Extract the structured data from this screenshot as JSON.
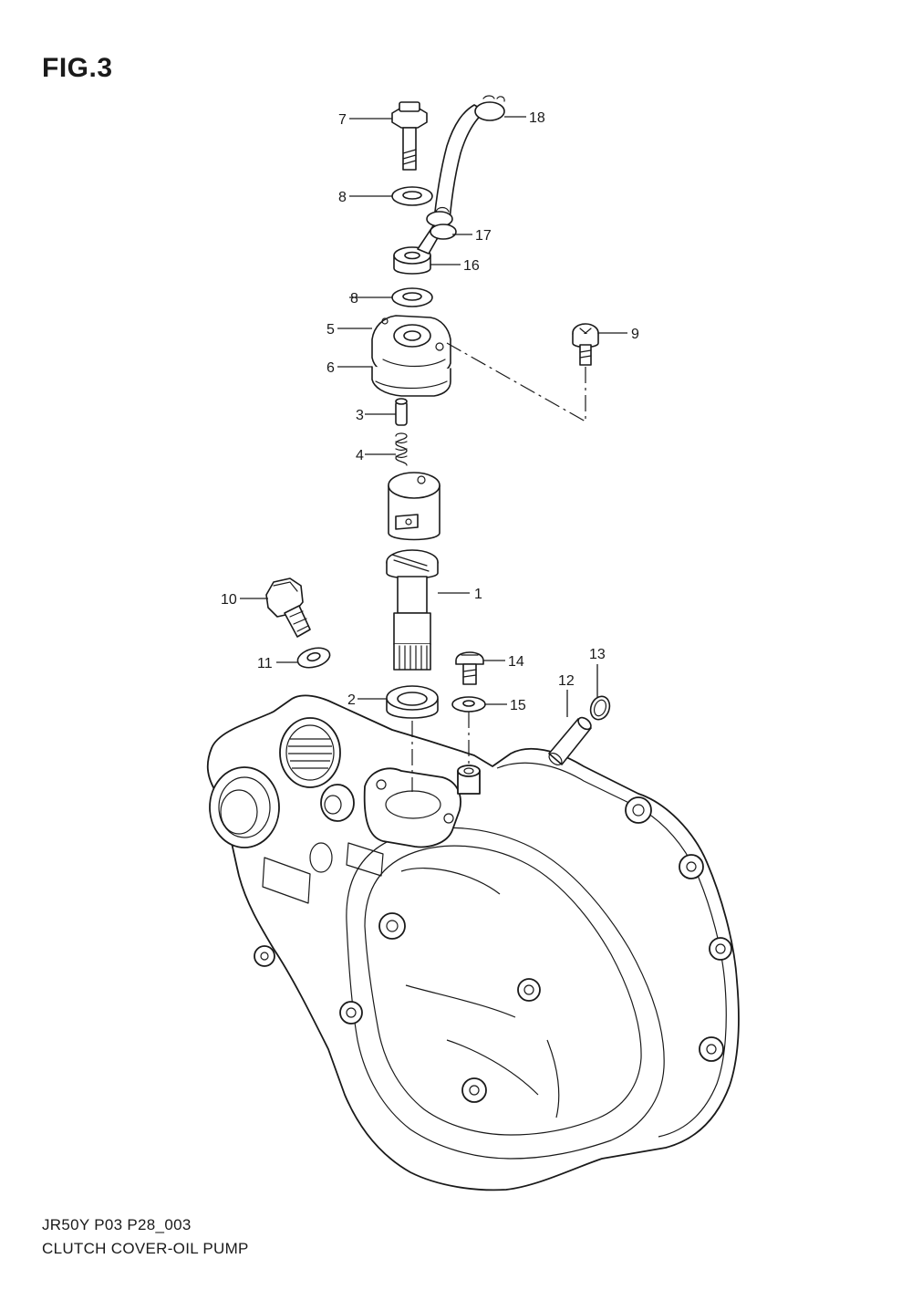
{
  "figure": {
    "title": "FIG.3"
  },
  "footer": {
    "code": "JR50Y P03 P28_003",
    "caption": "CLUTCH COVER-OIL PUMP"
  },
  "callouts": {
    "c1": "1",
    "c2": "2",
    "c3": "3",
    "c4": "4",
    "c5": "5",
    "c6": "6",
    "c7": "7",
    "c8a": "8",
    "c8b": "8",
    "c9": "9",
    "c10": "10",
    "c11": "11",
    "c12": "12",
    "c13": "13",
    "c14": "14",
    "c15": "15",
    "c16": "16",
    "c17": "17",
    "c18": "18"
  }
}
